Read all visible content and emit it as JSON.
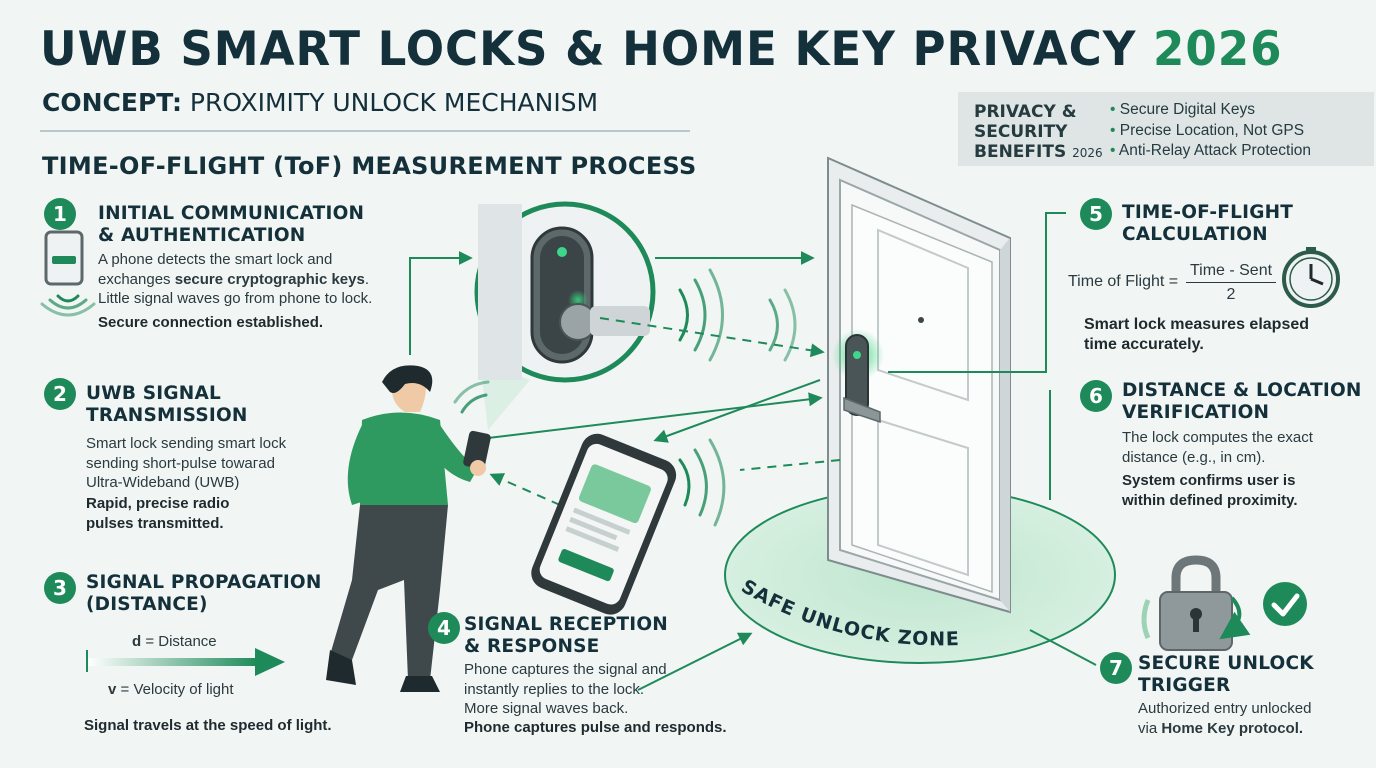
{
  "title": {
    "main": "UWB SMART LOCKS & HOME KEY PRIVACY",
    "year": "2026"
  },
  "concept": {
    "label": "CONCEPT:",
    "text": "PROXIMITY UNLOCK MECHANISM"
  },
  "process_title": "TIME-OF-FLIGHT (ToF) MEASUREMENT PROCESS",
  "benefits": {
    "title_line1": "PRIVACY &",
    "title_line2": "SECURITY",
    "title_line3": "BENEFITS",
    "title_year": "2026",
    "items": [
      "Secure Digital Keys",
      "Precise Location, Not GPS",
      "Anti-Relay Attack Protection"
    ]
  },
  "steps": [
    {
      "num": "1",
      "title_line1": "INITIAL COMMUNICATION",
      "title_line2": "& AUTHENTICATION",
      "body_line1": "A phone detects the smart lock and",
      "body_line2_pre": "exchanges ",
      "body_line2_bold": "secure cryptographic keys",
      "body_line2_post": ".",
      "body_line3": "Little signal waves go from phone to lock.",
      "strong": "Secure connection established."
    },
    {
      "num": "2",
      "title_line1": "UWB SIGNAL",
      "title_line2": "TRANSMISSION",
      "body_line1": "Smart lock sending smart lock",
      "body_line2": "sending short-pulse towaгad",
      "body_line3": "Ultra-Wideband (UWB)",
      "strong_line1": "Rapid, precise radio",
      "strong_line2": "pulses transmitted."
    },
    {
      "num": "3",
      "title_line1": "SIGNAL PROPAGATION",
      "title_line2": "(DISTANCE)",
      "d_label": "d",
      "d_text": "= Distance",
      "v_label": "v",
      "v_text": "= Velocity of light",
      "strong": "Signal travels at the speed of light."
    },
    {
      "num": "4",
      "title_line1": "SIGNAL RECEPTION",
      "title_line2": "& RESPONSE",
      "body_line1": "Phone captures the signal and",
      "body_line2": "instantly replies to the lock.",
      "body_line3": "More signal waves back.",
      "strong": "Phone captures pulse and responds."
    },
    {
      "num": "5",
      "title_line1": "TIME-OF-FLIGHT",
      "title_line2": "CALCULATION",
      "formula_lhs": "Time of Flight =",
      "formula_num": "Time - Sent",
      "formula_den": "2",
      "strong_line1": "Smart lock measures elapsed",
      "strong_line2": "time accurately."
    },
    {
      "num": "6",
      "title_line1": "DISTANCE & LOCATION",
      "title_line2": "VERIFICATION",
      "body_line1": "The lock computes the exact",
      "body_line2": "distance (e.g., in cm).",
      "strong_line1": "System confirms user is",
      "strong_line2": "within defined proximity."
    },
    {
      "num": "7",
      "title_line1": "SECURE UNLOCK",
      "title_line2": "TRIGGER",
      "body_line1": "Authorized entry unlocked",
      "body_line2_pre": "via ",
      "body_line2_bold": "Home Key protocol."
    }
  ],
  "zone_label": "SAFE UNLOCK ZONE",
  "colors": {
    "accent": "#1e8a5a",
    "dark": "#14303a",
    "background": "#f1f5f4"
  },
  "icons": [
    "phone-icon",
    "smart-lock-icon",
    "clock-icon",
    "padlock-icon",
    "checkmark-icon",
    "door-icon",
    "person-icon"
  ]
}
